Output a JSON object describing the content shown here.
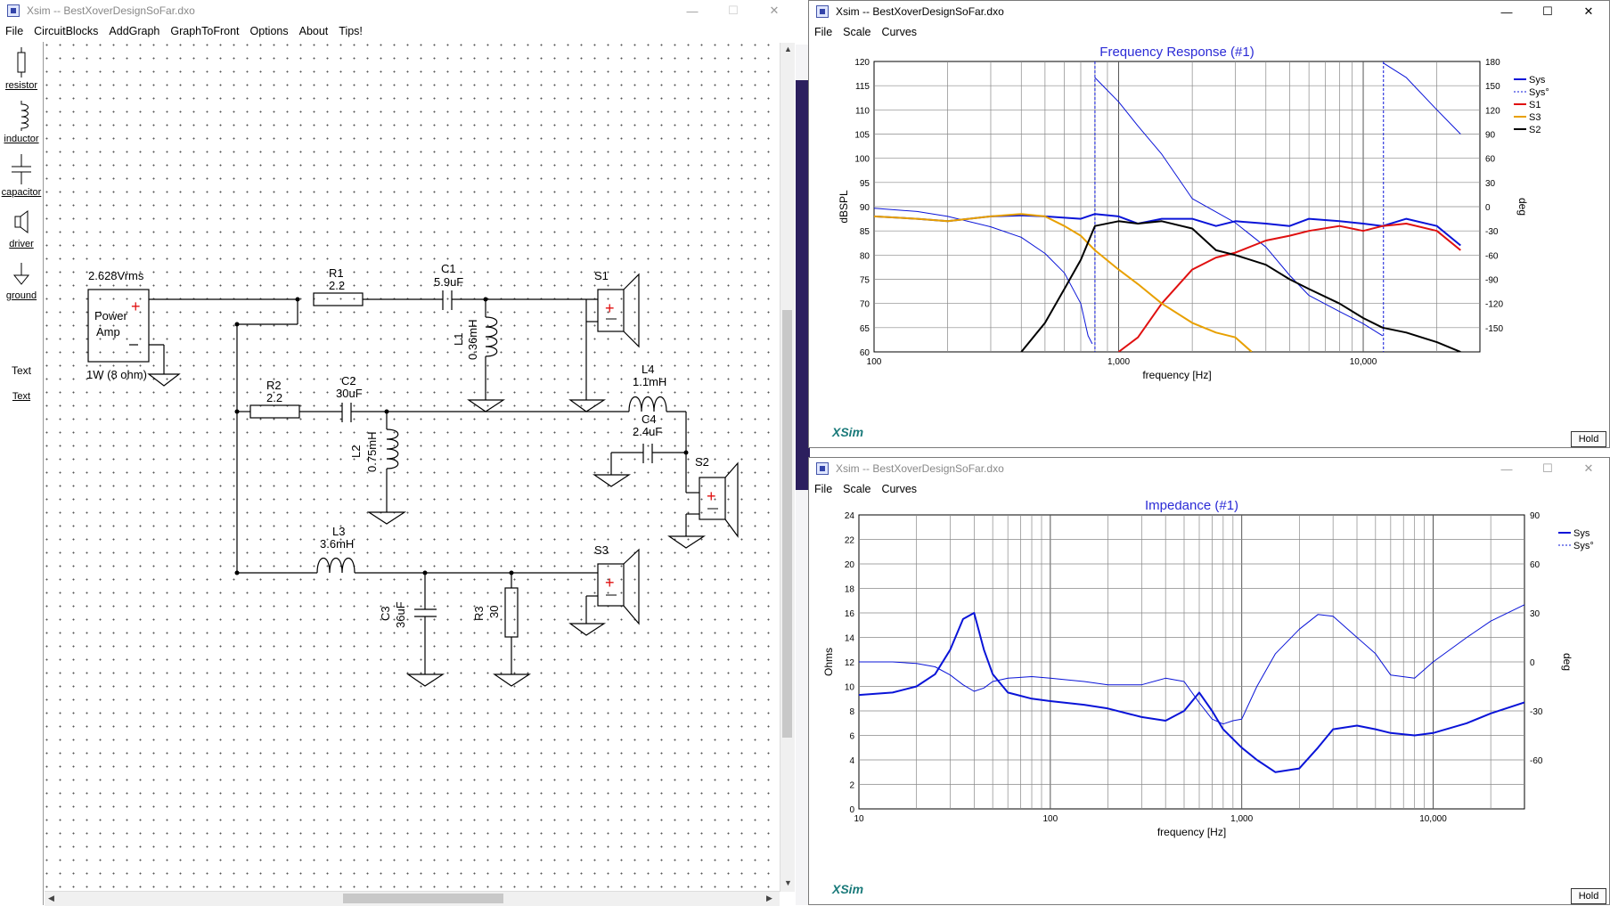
{
  "schematic_window": {
    "title": "Xsim -- BestXoverDesignSoFar.dxo",
    "menu": [
      "File",
      "CircuitBlocks",
      "AddGraph",
      "GraphToFront",
      "Options",
      "About",
      "Tips!"
    ],
    "tools": [
      "resistor",
      "inductor",
      "capacitor",
      "driver",
      "ground",
      "Text",
      "Text"
    ],
    "controls": {
      "minimize": "—",
      "maximize": "☐",
      "close": "✕"
    },
    "circuit": {
      "source_voltage": "2.628Vrms",
      "source_name_line1": "Power",
      "source_name_line2": "Amp",
      "source_power": "1W (8 ohm)",
      "R1": {
        "name": "R1",
        "value": "2.2"
      },
      "C1": {
        "name": "C1",
        "value": "5.9uF"
      },
      "L1": {
        "name": "L1",
        "value": "0.36mH"
      },
      "S1": {
        "name": "S1"
      },
      "R2": {
        "name": "R2",
        "value": "2.2"
      },
      "C2": {
        "name": "C2",
        "value": "30uF"
      },
      "L2": {
        "name": "L2",
        "value": "0.75mH"
      },
      "L4": {
        "name": "L4",
        "value": "1.1mH"
      },
      "C4": {
        "name": "C4",
        "value": "2.4uF"
      },
      "S2": {
        "name": "S2"
      },
      "L3": {
        "name": "L3",
        "value": "3.6mH"
      },
      "C3": {
        "name": "C3",
        "value": "36uF"
      },
      "R3": {
        "name": "R3",
        "value": "30"
      },
      "S3": {
        "name": "S3"
      }
    }
  },
  "fr_window": {
    "title": "Xsim -- BestXoverDesignSoFar.dxo",
    "menu": [
      "File",
      "Scale",
      "Curves"
    ],
    "controls": {
      "minimize": "—",
      "maximize": "☐",
      "close": "✕"
    },
    "hold": "Hold",
    "brand": "XSim",
    "chart": {
      "title": "Frequency Response (#1)",
      "xlabel": "frequency [Hz]",
      "ylabel": "dBSPL",
      "y2label": "deg",
      "xticks": [
        "100",
        "1,000",
        "10,000"
      ],
      "yticks": [
        "120",
        "115",
        "110",
        "105",
        "100",
        "95",
        "90",
        "85",
        "80",
        "75",
        "70",
        "65",
        "60"
      ],
      "y2ticks": [
        "180",
        "150",
        "120",
        "90",
        "60",
        "30",
        "0",
        "-30",
        "-60",
        "-90",
        "-120",
        "-150"
      ],
      "legend": [
        "Sys",
        "Sys°",
        "S1",
        "S3",
        "S2"
      ]
    }
  },
  "imp_window": {
    "title": "Xsim -- BestXoverDesignSoFar.dxo",
    "menu": [
      "File",
      "Scale",
      "Curves"
    ],
    "controls": {
      "minimize": "—",
      "maximize": "☐",
      "close": "✕"
    },
    "hold": "Hold",
    "brand": "XSim",
    "chart": {
      "title": "Impedance (#1)",
      "xlabel": "frequency [Hz]",
      "ylabel": "Ohms",
      "y2label": "deg",
      "xticks": [
        "10",
        "100",
        "1,000",
        "10,000"
      ],
      "yticks": [
        "24",
        "22",
        "20",
        "18",
        "16",
        "14",
        "12",
        "10",
        "8",
        "6",
        "4",
        "2",
        "0"
      ],
      "y2ticks": [
        "90",
        "60",
        "30",
        "0",
        "-30",
        "-60"
      ],
      "legend": [
        "Sys",
        "Sys°"
      ]
    }
  },
  "colors": {
    "sys": "#0a14d8",
    "s1": "#e01010",
    "s3": "#e8a000",
    "s2": "#000000",
    "title": "#2b2bd6",
    "brand": "#1a7a7a"
  },
  "chart_data": [
    {
      "type": "line",
      "title": "Frequency Response (#1)",
      "xlabel": "frequency [Hz]",
      "ylabel": "dBSPL",
      "xscale": "log",
      "xlim": [
        100,
        30000
      ],
      "ylim": [
        60,
        120
      ],
      "y2lim": [
        -180,
        180
      ],
      "grid": true,
      "legend_position": "right",
      "series": [
        {
          "name": "Sys",
          "axis": "left",
          "x": [
            100,
            150,
            200,
            300,
            400,
            500,
            700,
            800,
            1000,
            1200,
            1500,
            2000,
            2500,
            3000,
            4000,
            5000,
            6000,
            8000,
            10000,
            12000,
            15000,
            20000,
            25000
          ],
          "y": [
            88,
            87.5,
            87,
            88,
            88.2,
            88,
            87.5,
            88.5,
            88,
            86.5,
            87.5,
            87.5,
            86,
            87,
            86.5,
            86,
            87.5,
            87,
            86.5,
            86,
            87.5,
            86,
            82
          ]
        },
        {
          "name": "Sys°",
          "axis": "right",
          "x": [
            100,
            150,
            200,
            300,
            400,
            500,
            600,
            700,
            750,
            780,
            800,
            1000,
            1200,
            1500,
            2000,
            3000,
            4000,
            5000,
            6000,
            8000,
            10000,
            12000,
            12100,
            15000,
            20000,
            25000
          ],
          "y": [
            -2,
            -6,
            -12,
            -25,
            -38,
            -58,
            -82,
            -120,
            -160,
            -170,
            160,
            130,
            100,
            65,
            10,
            -20,
            -50,
            -85,
            -110,
            -130,
            -145,
            -160,
            178,
            160,
            120,
            90
          ]
        },
        {
          "name": "S1",
          "axis": "left",
          "x": [
            1000,
            1200,
            1500,
            2000,
            2500,
            3000,
            4000,
            5000,
            6000,
            8000,
            10000,
            12000,
            15000,
            20000,
            25000
          ],
          "y": [
            60,
            63,
            70,
            77,
            79.5,
            80.5,
            83,
            84,
            85,
            86,
            85,
            86,
            86.5,
            85,
            81
          ]
        },
        {
          "name": "S3",
          "axis": "left",
          "x": [
            100,
            150,
            200,
            300,
            400,
            500,
            600,
            700,
            800,
            1000,
            1200,
            1500,
            2000,
            2500,
            3000,
            3500
          ],
          "y": [
            88,
            87.5,
            87,
            88,
            88.5,
            88,
            86,
            84,
            81,
            77,
            74,
            70,
            66,
            64,
            63,
            60
          ]
        },
        {
          "name": "S2",
          "axis": "left",
          "x": [
            400,
            500,
            600,
            700,
            800,
            1000,
            1200,
            1500,
            2000,
            2500,
            3000,
            4000,
            5000,
            6000,
            8000,
            10000,
            12000,
            15000,
            20000,
            25000
          ],
          "y": [
            60,
            66,
            73,
            79,
            86,
            87,
            86.5,
            87,
            85.5,
            81,
            80,
            78,
            75,
            73,
            70,
            67,
            65,
            64,
            62,
            60
          ]
        }
      ]
    },
    {
      "type": "line",
      "title": "Impedance (#1)",
      "xlabel": "frequency [Hz]",
      "ylabel": "Ohms",
      "xscale": "log",
      "xlim": [
        10,
        30000
      ],
      "ylim": [
        0,
        24
      ],
      "y2lim": [
        -90,
        90
      ],
      "grid": true,
      "legend_position": "right",
      "series": [
        {
          "name": "Sys",
          "axis": "left",
          "x": [
            10,
            15,
            20,
            25,
            30,
            35,
            40,
            45,
            50,
            60,
            80,
            100,
            150,
            200,
            300,
            400,
            500,
            600,
            700,
            800,
            1000,
            1200,
            1500,
            2000,
            2500,
            3000,
            4000,
            5000,
            6000,
            8000,
            10000,
            15000,
            20000,
            30000
          ],
          "y": [
            9.3,
            9.5,
            10,
            11,
            13,
            15.5,
            16,
            13,
            11,
            9.5,
            9,
            8.8,
            8.5,
            8.2,
            7.5,
            7.2,
            8,
            9.5,
            8,
            6.5,
            5,
            4,
            3,
            3.3,
            5,
            6.5,
            6.8,
            6.5,
            6.2,
            6,
            6.2,
            7,
            7.8,
            8.7
          ]
        },
        {
          "name": "Sys°",
          "axis": "right",
          "x": [
            10,
            15,
            20,
            25,
            30,
            35,
            40,
            45,
            50,
            60,
            80,
            100,
            150,
            200,
            300,
            400,
            500,
            600,
            700,
            800,
            900,
            1000,
            1200,
            1500,
            2000,
            2500,
            3000,
            4000,
            5000,
            6000,
            8000,
            10000,
            15000,
            20000,
            30000
          ],
          "y": [
            0,
            0,
            -1,
            -3,
            -8,
            -14,
            -18,
            -16,
            -12,
            -10,
            -9,
            -10,
            -12,
            -14,
            -14,
            -10,
            -12,
            -25,
            -35,
            -38,
            -36,
            -35,
            -15,
            5,
            20,
            29,
            28,
            15,
            5,
            -8,
            -10,
            0,
            15,
            25,
            35
          ]
        }
      ]
    }
  ]
}
